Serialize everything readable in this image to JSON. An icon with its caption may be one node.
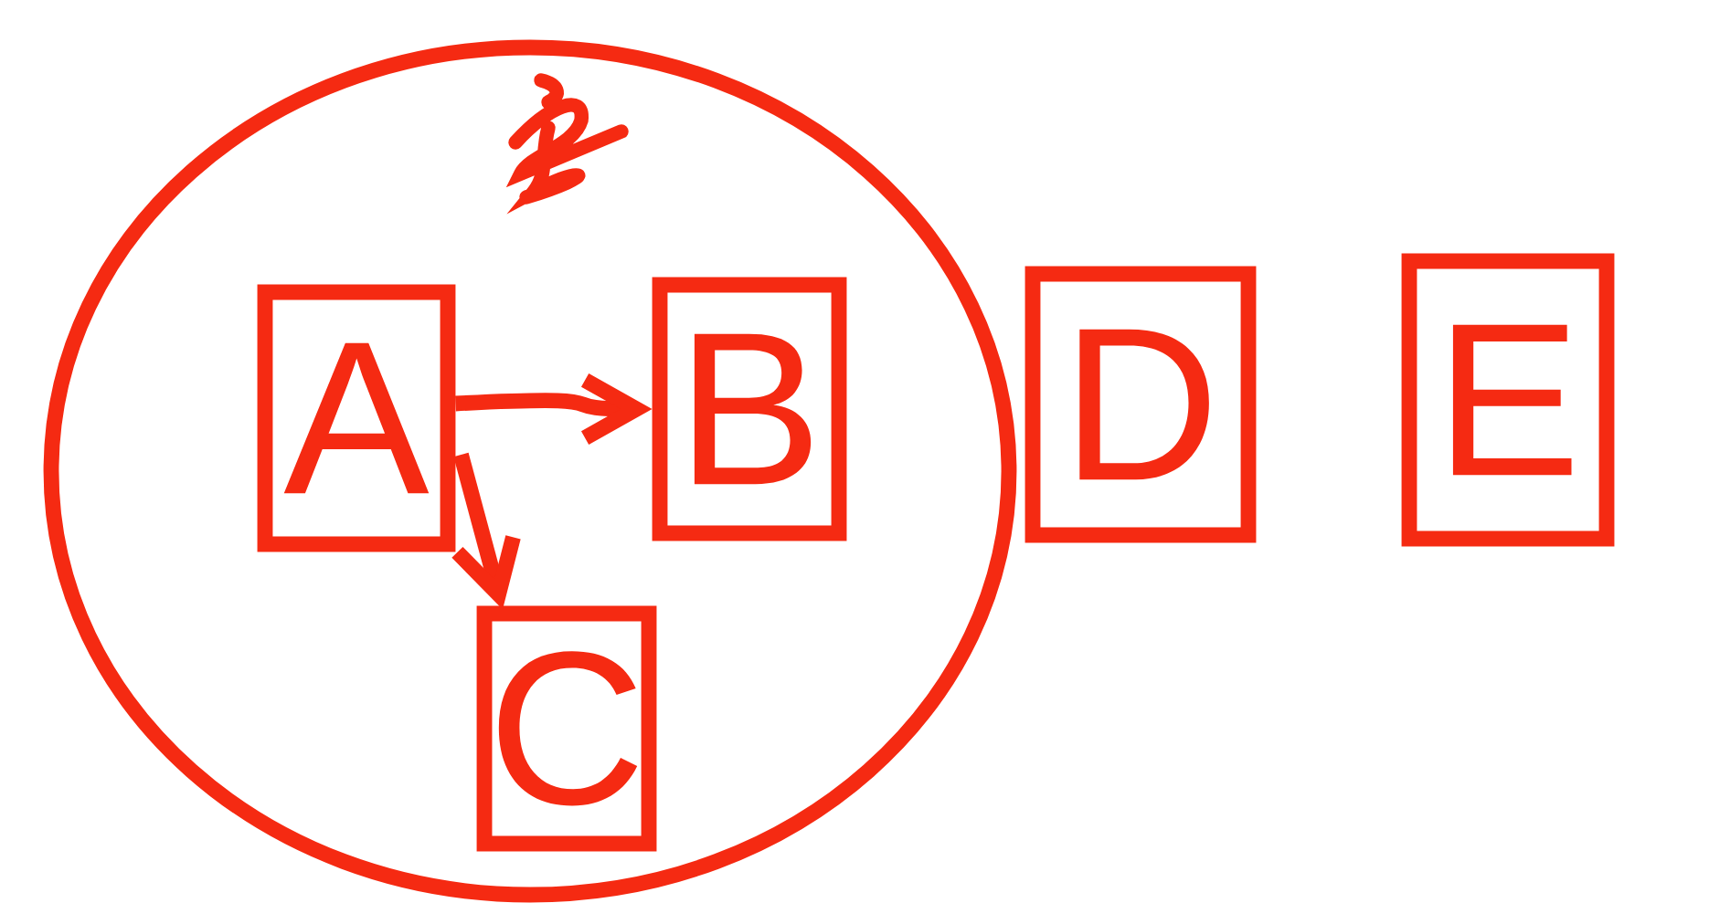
{
  "diagram": {
    "nodes": [
      {
        "text": [],
        "shape": "circle"
      },
      {
        "text": [
          "A"
        ],
        "in": 0
      },
      {
        "text": [
          "B"
        ],
        "in": 0
      },
      {
        "text": [
          "C"
        ],
        "in": 0
      },
      {
        "text": [
          "D"
        ]
      },
      {
        "text": [
          "E"
        ]
      }
    ],
    "edges": [
      {
        "from": 1,
        "to": 2,
        "arrow": "to"
      },
      {
        "from": 1,
        "to": 3,
        "arrow": "to"
      }
    ]
  }
}
